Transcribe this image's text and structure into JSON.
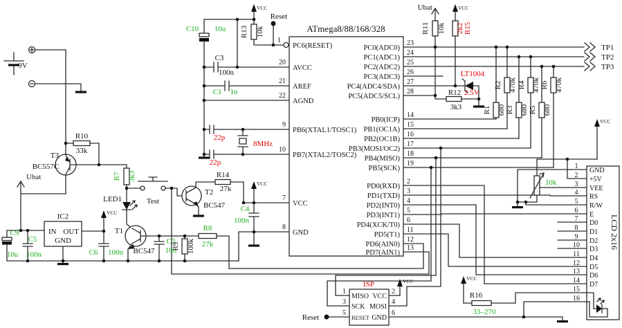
{
  "colors": {
    "value_green": "#1db021",
    "annotation_red": "#e00000",
    "wire": "#2a2a2a"
  },
  "labels": {
    "battery": "9V",
    "ubat": "Ubat",
    "vcc": "VCC",
    "reset": "Reset",
    "test": "Test",
    "led1": "LED1",
    "xtal_freq": "8MHz",
    "xtal_cap": "22p",
    "vref_part": "LT1004",
    "vref_val": "2.5V"
  },
  "transistors": {
    "t1": {
      "ref": "T1",
      "part": "BC547"
    },
    "t2": {
      "ref": "T2",
      "part": "BC547"
    },
    "t3": {
      "ref": "T3",
      "part": "BC557C"
    }
  },
  "regulator": {
    "ref": "IC2",
    "pin_in": "IN",
    "pin_out": "OUT",
    "pin_gnd": "GND"
  },
  "capacitors": {
    "c1": {
      "ref": "C1",
      "val": "1n"
    },
    "c2": {
      "ref": "C2",
      "val": "10n"
    },
    "c3": {
      "ref": "C3",
      "val": "100n"
    },
    "c4": {
      "ref": "C4",
      "val": "100n"
    },
    "c5": {
      "ref": "C5",
      "val": "100n"
    },
    "c6": {
      "ref": "C6",
      "val": "100n"
    },
    "c9": {
      "ref": "C9",
      "val": "10u"
    },
    "c10": {
      "ref": "C10",
      "val": "10u"
    }
  },
  "resistors": {
    "r1": {
      "ref": "R1",
      "val": "680"
    },
    "r2": {
      "ref": "R2",
      "val": "470k"
    },
    "r3": {
      "ref": "R3",
      "val": "680"
    },
    "r4": {
      "ref": "R4",
      "val": "470k"
    },
    "r5": {
      "ref": "R5",
      "val": "680"
    },
    "r6": {
      "ref": "R6",
      "val": "470k"
    },
    "r7": {
      "ref": "R7",
      "val": "3k3"
    },
    "r8": {
      "ref": "R8",
      "val": "27k"
    },
    "r9": {
      "ref": "R9",
      "val": "100k"
    },
    "r10": {
      "ref": "R10",
      "val": "33k"
    },
    "r11": {
      "ref": "R11",
      "val": "10k"
    },
    "r12": {
      "ref": "R12",
      "val": "3k3"
    },
    "r13": {
      "ref": "R13",
      "val": "10k"
    },
    "r14": {
      "ref": "R14",
      "val": "27k"
    },
    "r15": {
      "ref": "R15",
      "val": "2k2"
    },
    "r16": {
      "ref": "R16",
      "val": "33–270"
    },
    "pot": {
      "val": "10k"
    }
  },
  "chip": {
    "title": "ATmega8/88/168/328",
    "left_pins": [
      {
        "num": "1",
        "name": "PC6(RESET)"
      },
      {
        "num": "20",
        "name": "AVCC"
      },
      {
        "num": "21",
        "name": "AREF"
      },
      {
        "num": "22",
        "name": "AGND"
      },
      {
        "num": "9",
        "name": "PB6(XTAL1/TOSC1)"
      },
      {
        "num": "10",
        "name": "PB7(XTAL2/TOSC2)"
      },
      {
        "num": "7",
        "name": "VCC"
      },
      {
        "num": "8",
        "name": "GND"
      }
    ],
    "right_pins": [
      {
        "num": "23",
        "name": "PC0(ADC0)"
      },
      {
        "num": "24",
        "name": "PC1(ADC1)"
      },
      {
        "num": "25",
        "name": "PC2(ADC2)"
      },
      {
        "num": "26",
        "name": "PC3(ADC3)"
      },
      {
        "num": "27",
        "name": "PC4(ADC4/SDA)"
      },
      {
        "num": "28",
        "name": "PC5(ADC5/SCL)"
      },
      {
        "num": "14",
        "name": "PB0(ICP)"
      },
      {
        "num": "15",
        "name": "PB1(OC1A)"
      },
      {
        "num": "16",
        "name": "PB2(OC1B)"
      },
      {
        "num": "17",
        "name": "PB3(MOSI/OC2)"
      },
      {
        "num": "18",
        "name": "PB4(MISO)"
      },
      {
        "num": "19",
        "name": "PB5(SCK)"
      },
      {
        "num": "2",
        "name": "PD0(RXD)"
      },
      {
        "num": "3",
        "name": "PD1(TXD)"
      },
      {
        "num": "4",
        "name": "PD2(INT0)"
      },
      {
        "num": "5",
        "name": "PD3(INT1)"
      },
      {
        "num": "6",
        "name": "PD4(XCK/T0)"
      },
      {
        "num": "11",
        "name": "PD5(T1)"
      },
      {
        "num": "12",
        "name": "PD6(AIN0)"
      },
      {
        "num": "13",
        "name": "PD7(AIN1)"
      }
    ]
  },
  "tp": {
    "tp1": "TP1",
    "tp2": "TP2",
    "tp3": "TP3"
  },
  "isp": {
    "title": "ISP",
    "p1": "MISO",
    "p2": "VCC",
    "p3": "SCK",
    "p4": "MOSI",
    "p5": "RESET",
    "p6": "GND",
    "n1": "1",
    "n2": "2",
    "n3": "3",
    "n4": "4",
    "n5": "5",
    "n6": "6"
  },
  "lcd": {
    "title": "LCD 2x16",
    "pins": [
      {
        "num": "1",
        "name": "GND"
      },
      {
        "num": "2",
        "name": "+5V"
      },
      {
        "num": "3",
        "name": "VEE"
      },
      {
        "num": "4",
        "name": "RS"
      },
      {
        "num": "5",
        "name": "R/W"
      },
      {
        "num": "6",
        "name": "E"
      },
      {
        "num": "7",
        "name": "D0"
      },
      {
        "num": "8",
        "name": "D1"
      },
      {
        "num": "9",
        "name": "D2"
      },
      {
        "num": "10",
        "name": "D3"
      },
      {
        "num": "11",
        "name": "D4"
      },
      {
        "num": "12",
        "name": "D5"
      },
      {
        "num": "13",
        "name": "D6"
      },
      {
        "num": "14",
        "name": "D7"
      },
      {
        "num": "15",
        "name": ""
      },
      {
        "num": "16",
        "name": ""
      }
    ]
  }
}
